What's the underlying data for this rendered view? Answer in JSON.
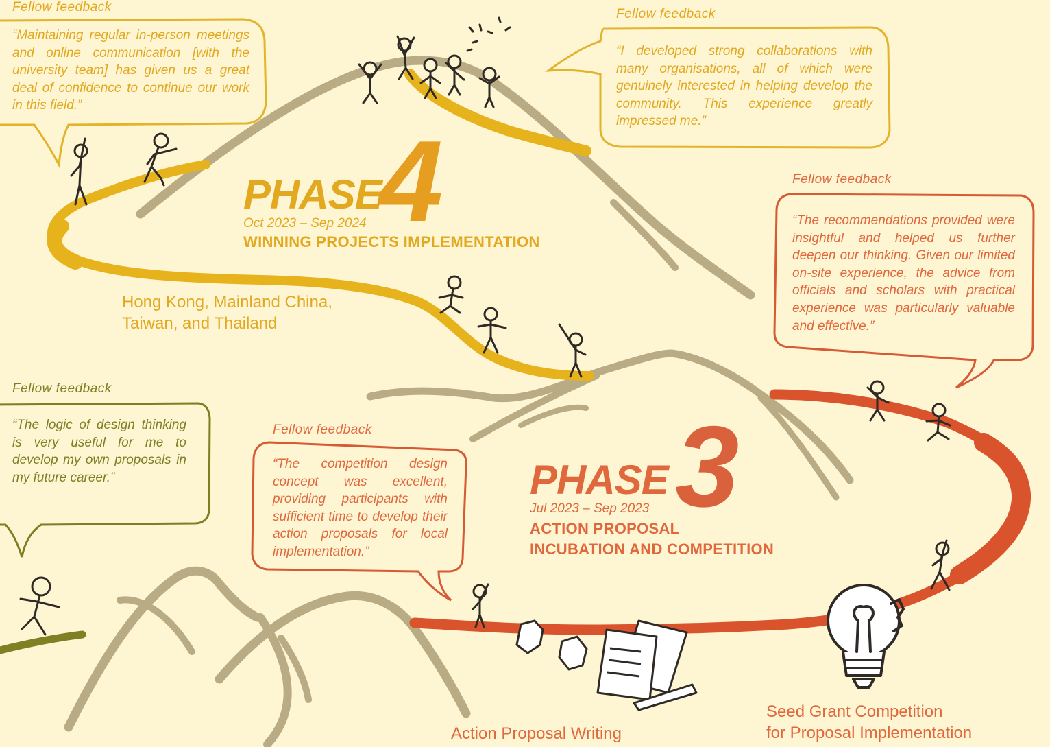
{
  "phase4": {
    "word": "PHASE",
    "number": "4",
    "dates": "Oct 2023 – Sep 2024",
    "title": "WINNING PROJECTS IMPLEMENTATION",
    "location_lines": [
      "Hong Kong, Mainland China,",
      "Taiwan, and Thailand"
    ]
  },
  "phase3": {
    "word": "PHASE",
    "number": "3",
    "dates": "Jul 2023 – Sep 2023",
    "title_lines": [
      "ACTION PROPOSAL",
      "INCUBATION AND COMPETITION"
    ]
  },
  "milestones": {
    "writing": "Action Proposal Writing",
    "seed_grant_lines": [
      "Seed Grant Competition",
      "for Proposal Implementation"
    ]
  },
  "feedback": [
    {
      "label": "Fellow feedback",
      "quote": "“Maintaining regular in-person meetings and online communication [with the university team] has given us a great deal of confidence to continue our work in this field.”",
      "color": "#e2b42c"
    },
    {
      "label": "Fellow feedback",
      "quote": "“I developed strong collaborations with many organisations, all of which were genuinely interested in helping develop the community. This experience greatly impressed me.”",
      "color": "#e2b42c"
    },
    {
      "label": "Fellow feedback",
      "quote": "“The recommendations provided were insightful and helped us further deepen our thinking. Given our limited on-site experience, the advice from officials and scholars with practical experience was particularly valuable and effective.”",
      "color": "#d65a34"
    },
    {
      "label": "Fellow feedback",
      "quote": "“The logic of design thinking is very useful for me to develop my own proposals in my future career.”",
      "color": "#7d7f23"
    },
    {
      "label": "Fellow feedback",
      "quote": "“The competition design concept was excellent, providing participants with sufficient time to develop their action proposals for local implementation.”",
      "color": "#d65a34"
    }
  ],
  "colors": {
    "background": "#fef5d3",
    "phase4_yellow": "#e6b31d",
    "phase4_number": "#e59e1f",
    "phase3_orange": "#d9532c",
    "phase2_olive": "#7f7f23",
    "mountain": "#b9ac85"
  },
  "icons": [
    "people-climbing-icon",
    "crumpled-paper-icon",
    "documents-pen-icon",
    "lightbulb-gear-icon"
  ]
}
